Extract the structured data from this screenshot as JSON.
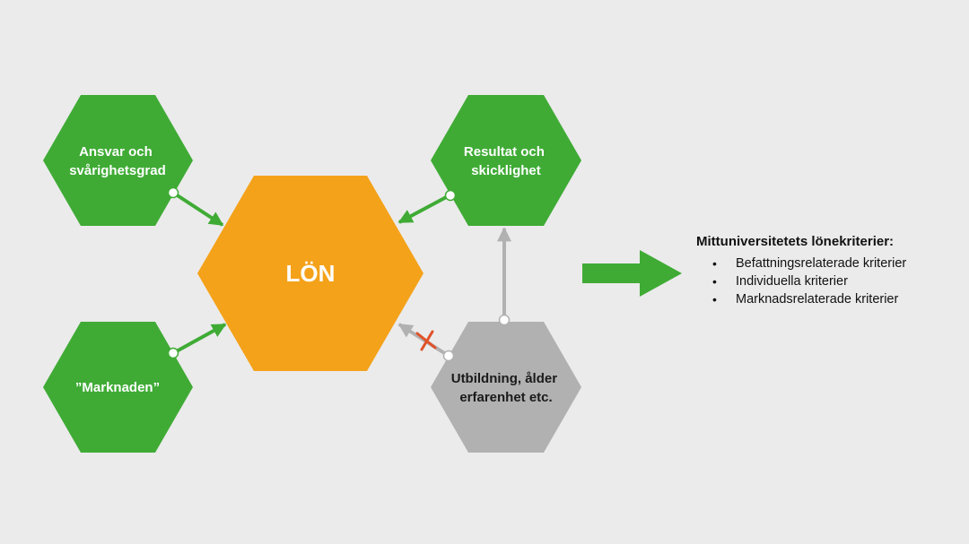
{
  "diagram": {
    "center": {
      "label": "LÖN"
    },
    "nodes": [
      {
        "id": "ansvar",
        "lines": [
          "Ansvar och",
          "svårighetsgrad"
        ]
      },
      {
        "id": "resultat",
        "lines": [
          "Resultat och",
          "skicklighet"
        ]
      },
      {
        "id": "marknaden",
        "lines": [
          "”Marknaden”"
        ]
      },
      {
        "id": "utbildning",
        "lines": [
          "Utbildning, ålder",
          "erfarenhet etc."
        ]
      }
    ],
    "colors": {
      "green": "#3fab35",
      "orange": "#f4a21a",
      "gray": "#b1b1b1",
      "cross": "#e0522a",
      "background": "#ebebeb"
    }
  },
  "criteria": {
    "title": "Mittuniversitetets lönekriterier:",
    "items": [
      "Befattningsrelaterade kriterier",
      "Individuella kriterier",
      "Marknadsrelaterade kriterier"
    ],
    "bullet": "•"
  }
}
